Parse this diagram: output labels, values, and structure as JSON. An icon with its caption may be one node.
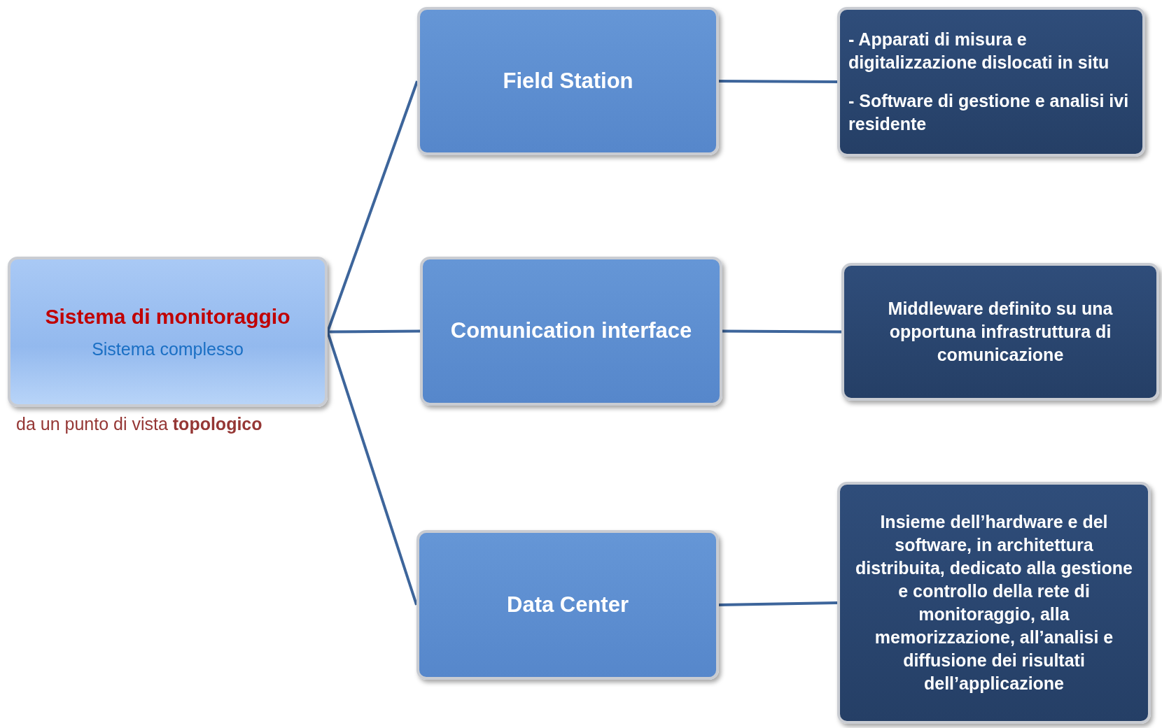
{
  "diagram": {
    "nodes": [
      {
        "text": [
          "Sistema di monitoraggio",
          "Sistema complesso"
        ],
        "beside": [
          "da un punto di vista **topologico**"
        ]
      },
      {
        "text": [
          "Field Station"
        ]
      },
      {
        "text": [
          "Comunication interface"
        ]
      },
      {
        "text": [
          "Data Center"
        ]
      },
      {
        "text": [
          "- Apparati di misura e digitalizzazione dislocati in situ",
          "- Software di gestione e analisi ivi residente"
        ]
      },
      {
        "text": [
          "Middleware definito su una opportuna infrastruttura di comunicazione"
        ]
      },
      {
        "text": [
          "Insieme dell’hardware e del software, in architettura distribuita, dedicato alla gestione e controllo della rete di monitoraggio, alla memorizzazione, all’analisi e diffusione dei risultati dell’applicazione"
        ]
      }
    ],
    "edges": [
      {
        "from": 0,
        "to": 1,
        "arrow": "none"
      },
      {
        "from": 0,
        "to": 2,
        "arrow": "none"
      },
      {
        "from": 0,
        "to": 3,
        "arrow": "none"
      },
      {
        "from": 1,
        "to": 4,
        "arrow": "none"
      },
      {
        "from": 2,
        "to": 5,
        "arrow": "none"
      },
      {
        "from": 3,
        "to": 6,
        "arrow": "none"
      }
    ]
  }
}
